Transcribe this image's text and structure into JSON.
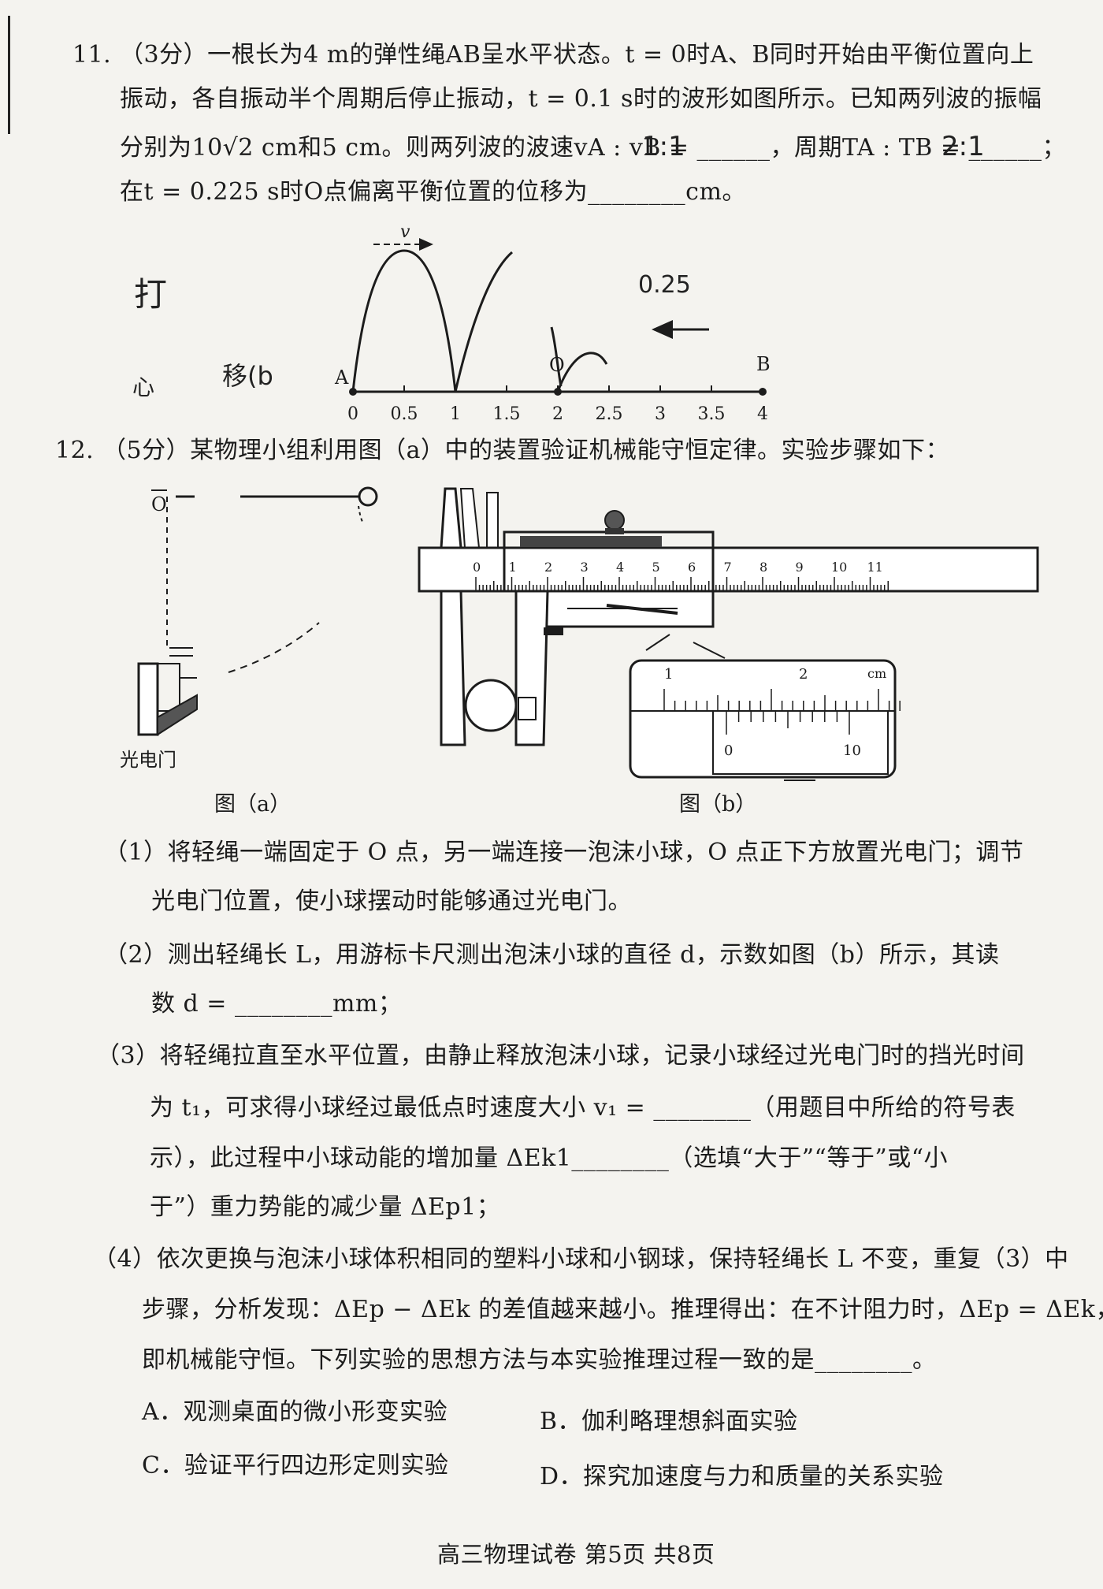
{
  "q11": {
    "num": "11.",
    "line1": "（3分）一根长为4 m的弹性绳AB呈水平状态。t = 0时A、B同时开始由平衡位置向上",
    "line2": "振动，各自振动半个周期后停止振动，t = 0.1 s时的波形如图所示。已知两列波的振幅",
    "line3": "分别为10√2 cm和5 cm。则两列波的波速vA : vB = ______，周期TA : TB = ______；",
    "line4": "在t = 0.225 s时O点偏离平衡位置的位移为________cm。",
    "hw_ans1": "1:1",
    "hw_ans2": "2:1",
    "hw_note1": "0.25",
    "hw_note2": "打",
    "hw_note3": "移(b",
    "hw_note4": "心",
    "fig": {
      "velocity_label": "v",
      "label_A": "A",
      "label_O": "O",
      "label_B": "B",
      "ticks": [
        "0",
        "0.5",
        "1",
        "1.5",
        "2",
        "2.5",
        "3",
        "3.5",
        "4"
      ]
    }
  },
  "q12": {
    "num": "12.",
    "intro": "（5分）某物理小组利用图（a）中的装置验证机械能守恒定律。实验步骤如下：",
    "fig_a": {
      "label_O": "O",
      "gate_label": "光电门",
      "caption": "图（a）"
    },
    "fig_b": {
      "caption": "图（b）",
      "main_scale": [
        "0",
        "1",
        "2",
        "3",
        "4",
        "5",
        "6",
        "7",
        "8",
        "9",
        "10",
        "11"
      ],
      "zoom_main": [
        "1",
        "2"
      ],
      "unit": "cm",
      "zoom_vernier": [
        "0",
        "10"
      ]
    },
    "s1a": "（1）将轻绳一端固定于 O 点，另一端连接一泡沫小球，O 点正下方放置光电门；调节",
    "s1b": "光电门位置，使小球摆动时能够通过光电门。",
    "s2a": "（2）测出轻绳长 L，用游标卡尺测出泡沫小球的直径 d，示数如图（b）所示，其读",
    "s2b": "数 d = ________mm；",
    "s3a": "（3）将轻绳拉直至水平位置，由静止释放泡沫小球，记录小球经过光电门时的挡光时间",
    "s3b": "为 t₁，可求得小球经过最低点时速度大小 v₁ = ________（用题目中所给的符号表",
    "s3c": "示），此过程中小球动能的增加量 ΔEk1________（选填“大于”“等于”或“小",
    "s3d": "于”）重力势能的减少量 ΔEp1；",
    "s4a": "（4）依次更换与泡沫小球体积相同的塑料小球和小钢球，保持轻绳长 L 不变，重复（3）中",
    "s4b": "步骤，分析发现：ΔEp − ΔEk 的差值越来越小。推理得出：在不计阻力时，ΔEp = ΔEk，",
    "s4c": "即机械能守恒。下列实验的思想方法与本实验推理过程一致的是________。",
    "optA": "A．观测桌面的微小形变实验",
    "optB": "B．伽利略理想斜面实验",
    "optC": "C．验证平行四边形定则实验",
    "optD": "D．探究加速度与力和质量的关系实验"
  },
  "footer": "高三物理试卷 第5页 共8页"
}
